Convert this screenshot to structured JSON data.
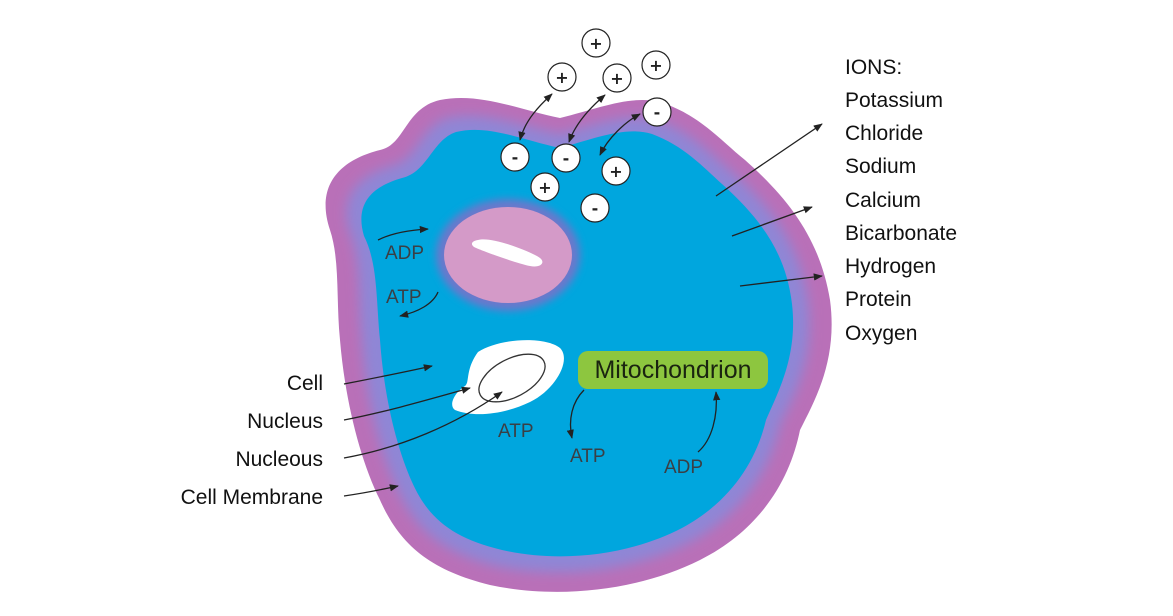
{
  "left_labels": [
    {
      "id": "cell",
      "text": "Cell"
    },
    {
      "id": "nucleus",
      "text": "Nucleus"
    },
    {
      "id": "nucleous",
      "text": "Nucleous"
    },
    {
      "id": "membrane",
      "text": "Cell Membrane"
    }
  ],
  "ions_heading": "IONS:",
  "ions_list": [
    "Potassium",
    "Chloride",
    "Sodium",
    "Calcium",
    "Bicarbonate",
    "Hydrogen",
    "Protein",
    "Oxygen"
  ],
  "inner_labels": {
    "adp_top": "ADP",
    "atp_top": "ATP",
    "atp_nucleus": "ATP",
    "atp_mito": "ATP",
    "adp_mito": "ADP",
    "mitochondrion": "Mitochondrion"
  },
  "ion_symbols": {
    "plus": "+",
    "minus": "-"
  },
  "colors": {
    "cytoplasm": "#00a6de",
    "membrane_outer": "#b970b8",
    "membrane_mid": "#8a7cd0",
    "vacuole": "#d49ac8",
    "mitochondrion": "#8dc63f",
    "nucleus": "#ffffff"
  }
}
